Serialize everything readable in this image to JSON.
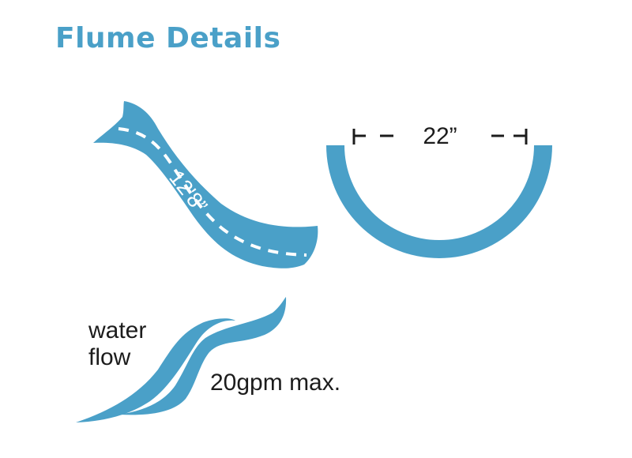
{
  "title": "Flume Details",
  "flume_length": "12'8”",
  "flume_width": "22”",
  "water_label_line1": "water",
  "water_label_line2": "flow",
  "flow_rate": "20gpm max.",
  "colors": {
    "accent": "#4aa0c8",
    "text": "#1c1c1c"
  },
  "icons": [
    "slide-side-view",
    "flume-cross-section",
    "water-waves"
  ]
}
